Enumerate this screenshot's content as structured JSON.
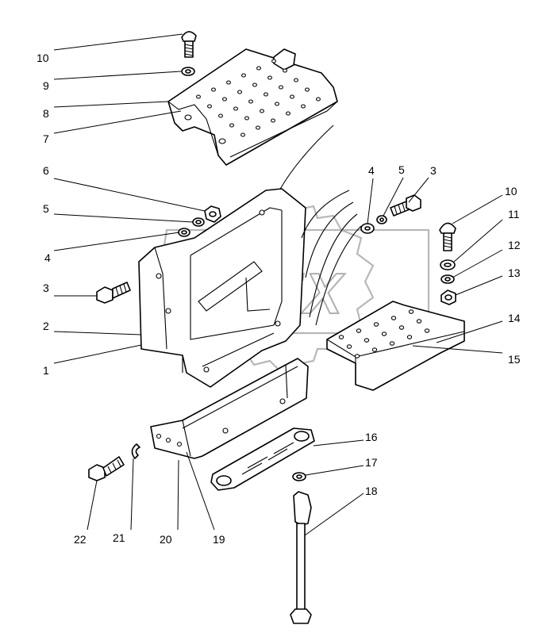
{
  "diagram": {
    "watermark": "OPEX",
    "callouts": {
      "c10a": "10",
      "c9": "9",
      "c8": "8",
      "c7": "7",
      "c6": "6",
      "c5a": "5",
      "c4a": "4",
      "c3a": "3",
      "c2": "2",
      "c1": "1",
      "c4b": "4",
      "c5b": "5",
      "c3b": "3",
      "c10b": "10",
      "c11": "11",
      "c12": "12",
      "c13": "13",
      "c14": "14",
      "c15": "15",
      "c16": "16",
      "c17": "17",
      "c18": "18",
      "c19": "19",
      "c20": "20",
      "c21": "21",
      "c22": "22"
    }
  }
}
